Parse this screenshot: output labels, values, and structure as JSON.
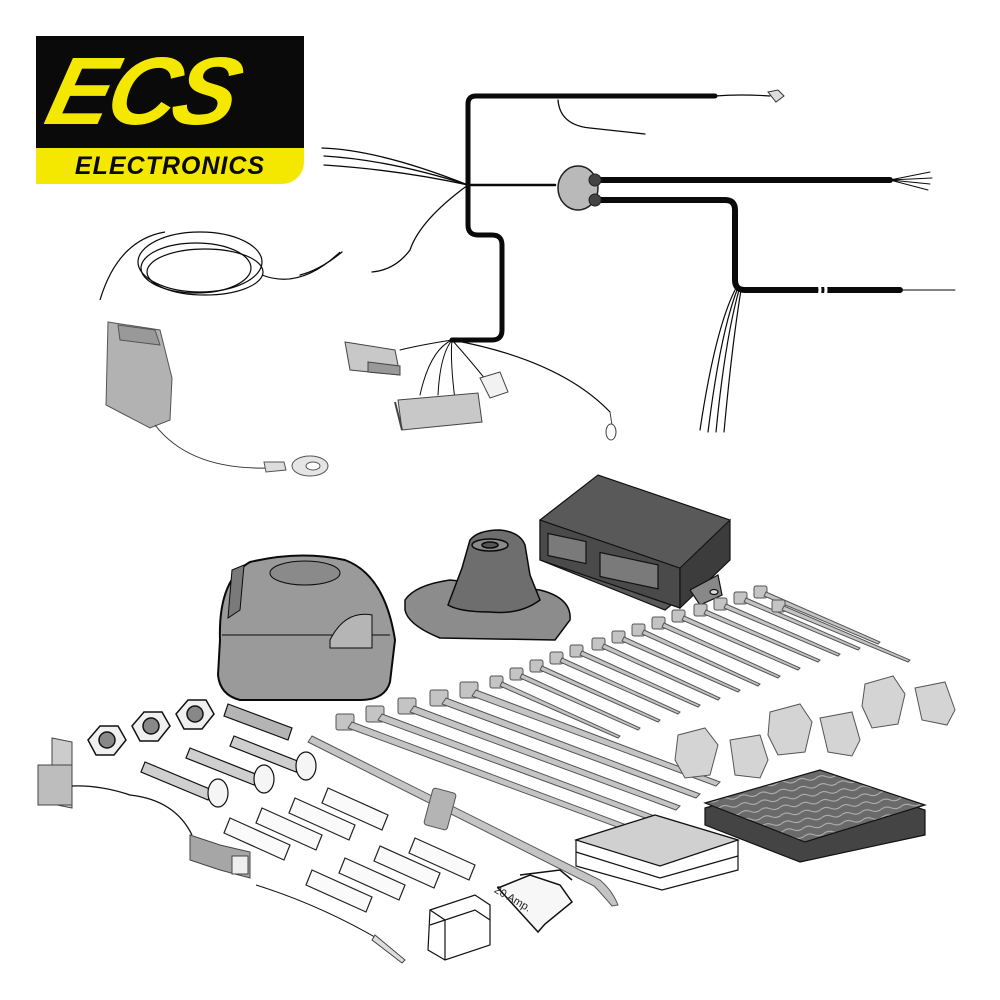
{
  "logo": {
    "brand": "ECS",
    "subtitle": "ELECTRONICS",
    "colors": {
      "primary": "#f5e800",
      "background": "#0a0a0a"
    }
  },
  "illustration": {
    "subject": "towbar wiring kit components",
    "components": [
      {
        "id": "wiring-harness",
        "label": "Wiring harness with cable splitter grommet"
      },
      {
        "id": "coiled-wire",
        "label": "Coiled wire"
      },
      {
        "id": "connector-with-ring-terminal",
        "label": "Connector with ground ring terminal"
      },
      {
        "id": "multi-pin-connectors",
        "label": "Multi-pin vehicle connectors"
      },
      {
        "id": "control-module",
        "label": "Control module"
      },
      {
        "id": "socket-7-pin",
        "label": "7-pin trailer socket"
      },
      {
        "id": "socket-gasket",
        "label": "Socket rubber gasket/boot"
      },
      {
        "id": "cable-ties",
        "label": "Cable ties"
      },
      {
        "id": "wire-clips",
        "label": "Wire clips"
      },
      {
        "id": "instruction-pads",
        "label": "Instruction manuals"
      },
      {
        "id": "nuts",
        "label": "Hex nuts"
      },
      {
        "id": "bolts",
        "label": "Bolts"
      },
      {
        "id": "heat-shrink-connectors",
        "label": "Butt connectors"
      },
      {
        "id": "buzzer",
        "label": "Buzzer with connector"
      },
      {
        "id": "fuse-holder",
        "label": "Fuse holder"
      },
      {
        "id": "blade-fuse",
        "label": "Blade fuse"
      }
    ],
    "fuse_label": "20 Amp."
  }
}
